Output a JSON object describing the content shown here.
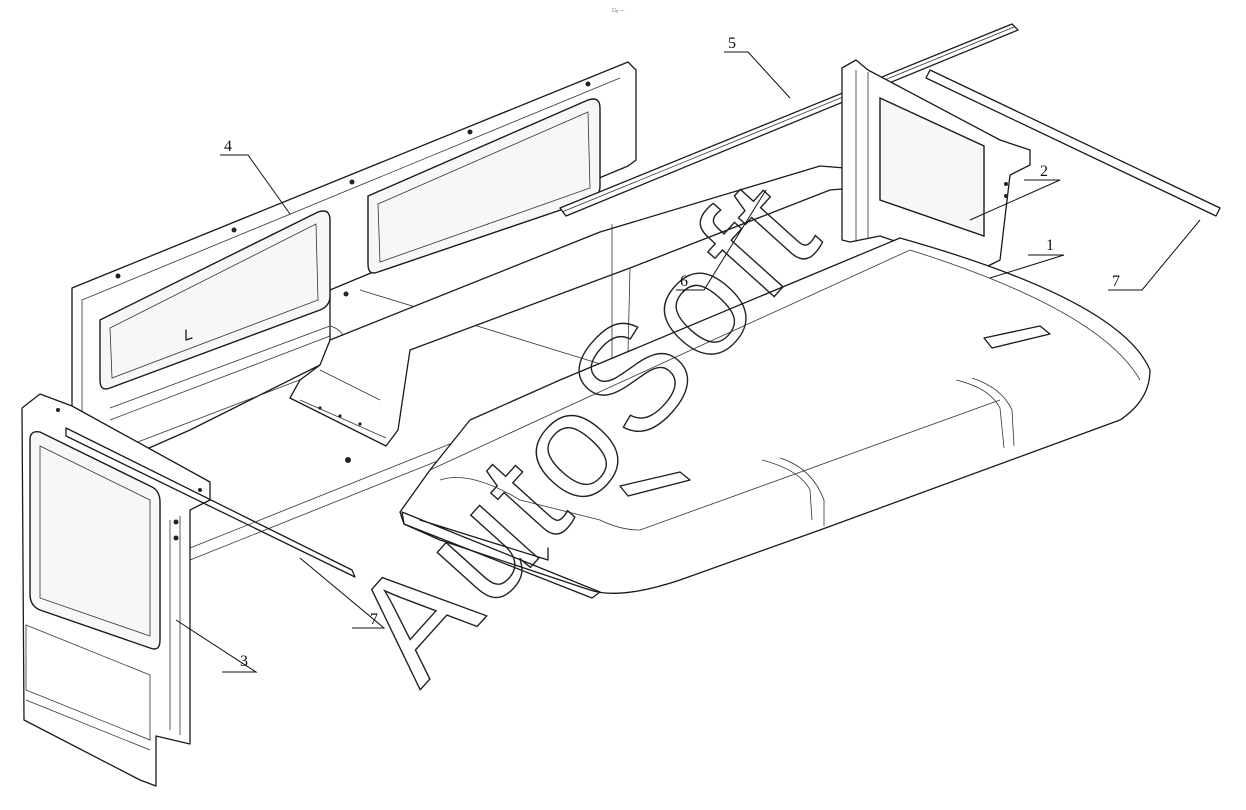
{
  "header_mark": "□₀ ∙∙∙",
  "watermark": "AutoSoft",
  "callouts": [
    {
      "id": "1",
      "label": "1"
    },
    {
      "id": "2",
      "label": "2"
    },
    {
      "id": "3",
      "label": "3"
    },
    {
      "id": "4",
      "label": "4"
    },
    {
      "id": "5",
      "label": "5"
    },
    {
      "id": "6",
      "label": "6"
    },
    {
      "id": "7a",
      "label": "7"
    },
    {
      "id": "7b",
      "label": "7"
    }
  ]
}
